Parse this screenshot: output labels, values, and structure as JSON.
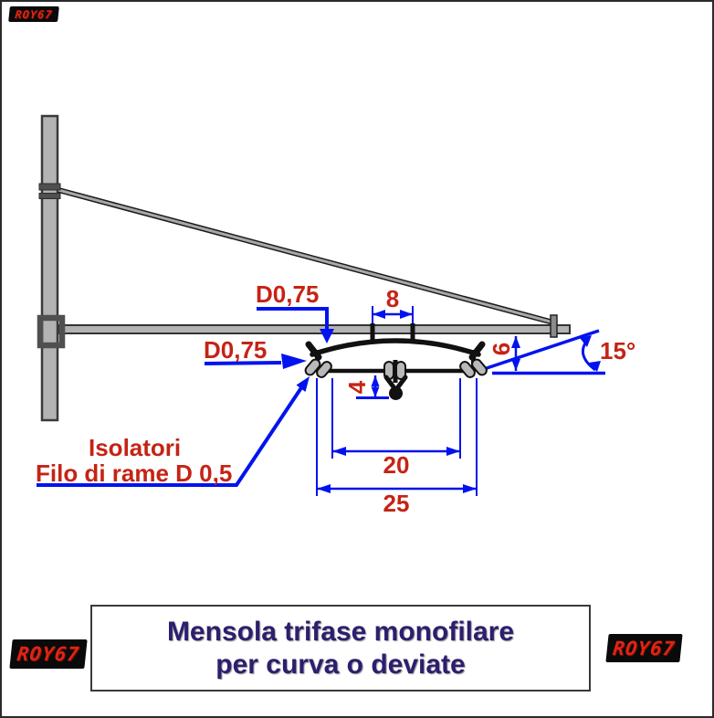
{
  "drawing_title": {
    "line1": "Mensola trifase monofilare",
    "line2": "per curva o deviate"
  },
  "labels": {
    "wire_diameter_top": "D0,75",
    "wire_diameter_left": "D0,75",
    "insulators_line1": "Isolatori",
    "insulators_line2": "Filo di rame D 0,5",
    "angle": "15°"
  },
  "dimensions": {
    "top_span": "8",
    "drop_height": "4",
    "rise_height": "6",
    "inner_width": "20",
    "outer_width": "25"
  },
  "badges": {
    "top_left": "ROY67",
    "bottom_left": "ROY67",
    "bottom_right": "ROY67"
  },
  "colors": {
    "dimension_blue": "#0013ee",
    "label_red": "#c52315",
    "title_purple": "#2d1e6e",
    "structure_gray": "#b3b3b3",
    "clamp_gray": "#4f4f4f",
    "badge_red": "#e02414",
    "badge_background": "#0a0a0a"
  }
}
